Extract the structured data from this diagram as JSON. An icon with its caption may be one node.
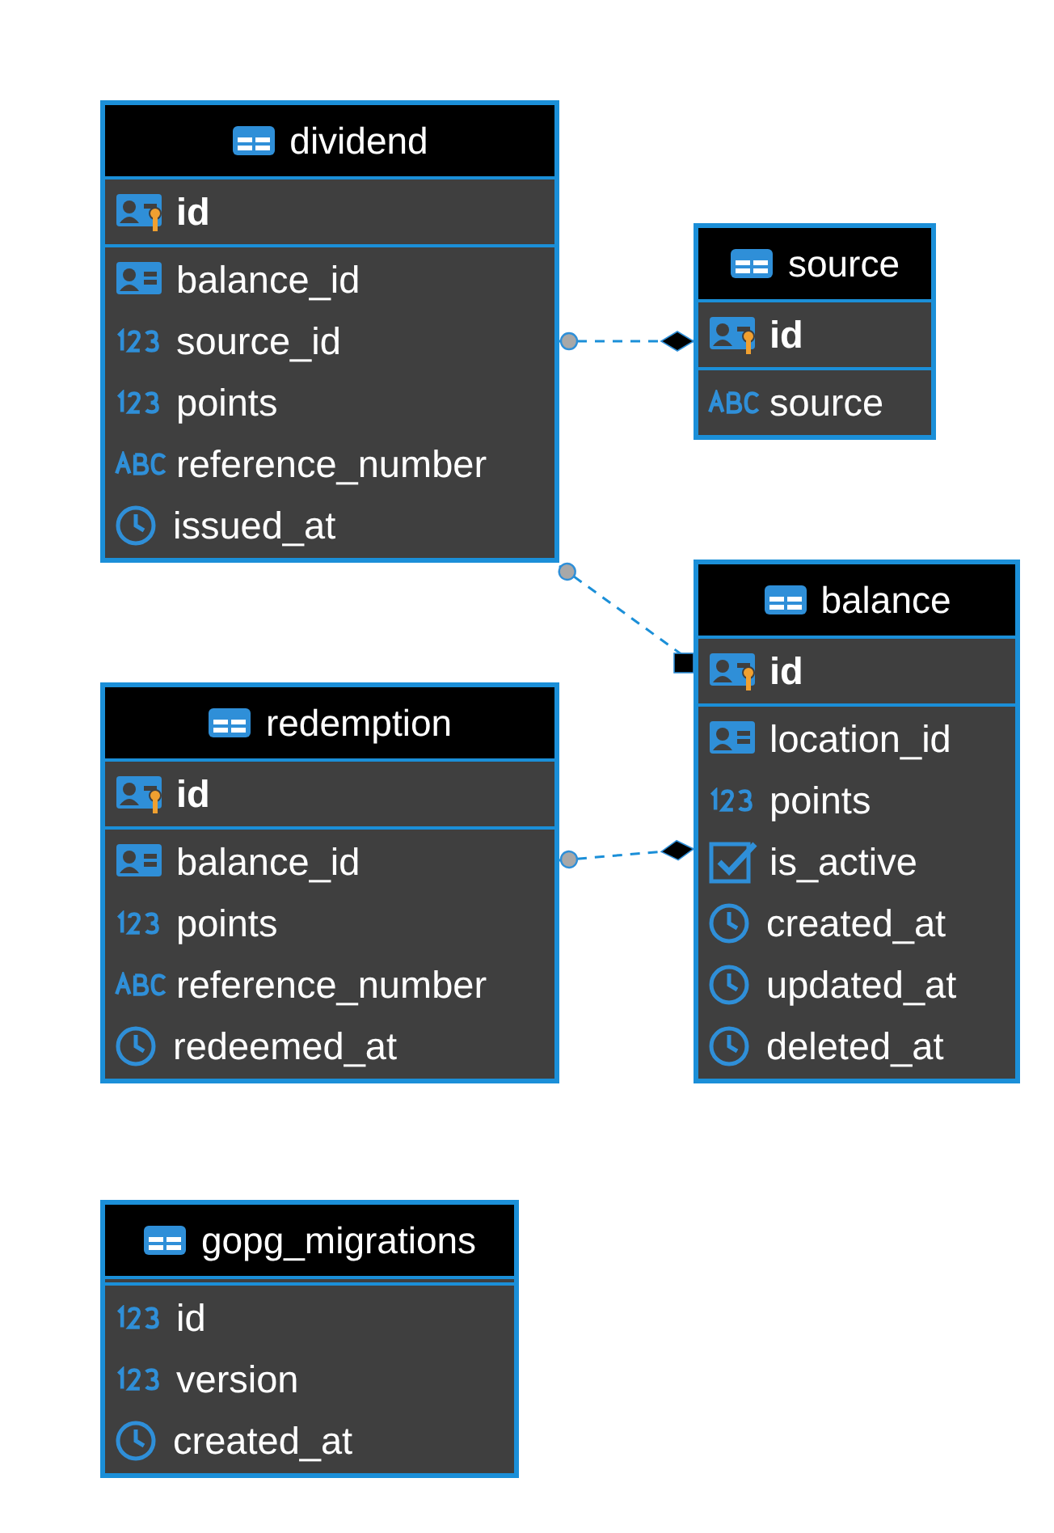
{
  "diagram": {
    "nodes": [
      {
        "text": [
          "dividend",
          "id",
          "balance_id",
          "source_id",
          "points",
          "reference_number",
          "issued_at"
        ]
      },
      {
        "text": [
          "source",
          "id",
          "source"
        ]
      },
      {
        "text": [
          "balance",
          "id",
          "location_id",
          "points",
          "is_active",
          "created_at",
          "updated_at",
          "deleted_at"
        ]
      },
      {
        "text": [
          "redemption",
          "id",
          "balance_id",
          "points",
          "reference_number",
          "redeemed_at"
        ]
      },
      {
        "text": [
          "gopg_migrations",
          "id",
          "version",
          "created_at"
        ]
      }
    ],
    "edges": [
      {
        "from": 0,
        "to": 1,
        "arrow": "other",
        "style": "dashed"
      },
      {
        "from": 0,
        "to": 2,
        "arrow": "other",
        "style": "dashed"
      },
      {
        "from": 3,
        "to": 2,
        "arrow": "other",
        "style": "dashed"
      }
    ]
  }
}
